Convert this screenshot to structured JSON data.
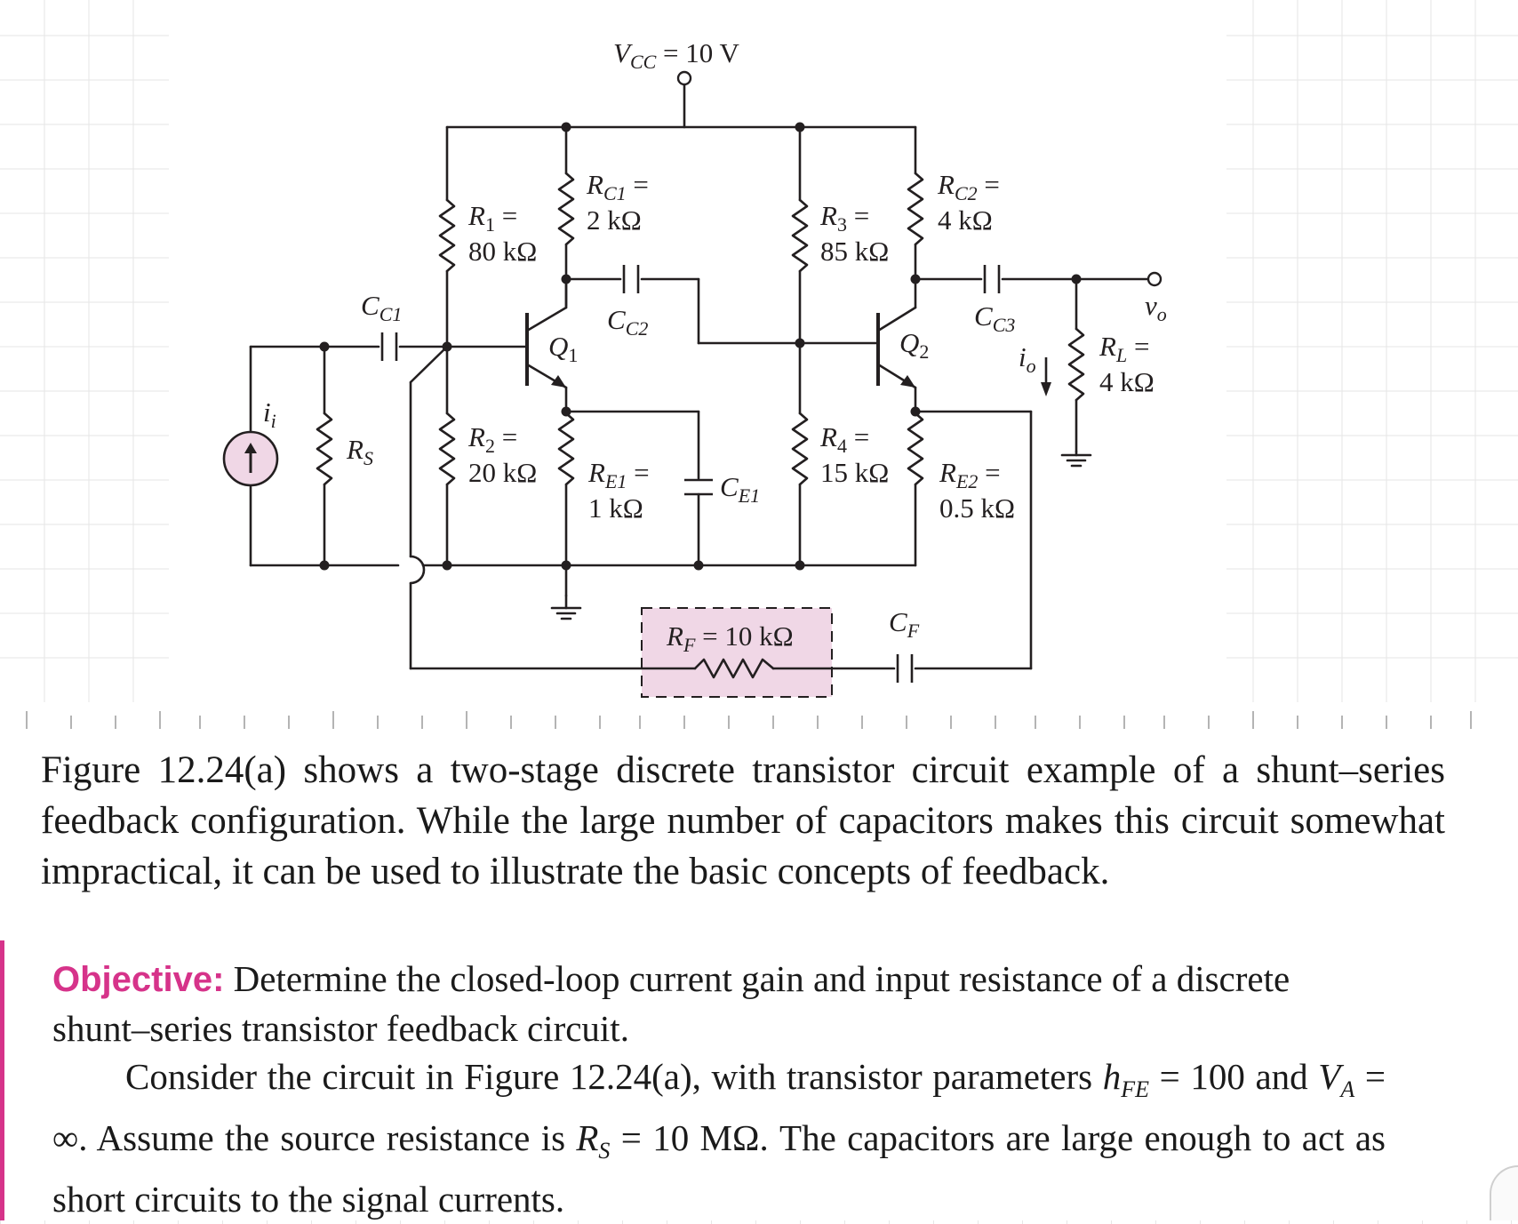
{
  "circuit": {
    "vcc": "V",
    "vcc_sub": "CC",
    "vcc_value": " = 10 V",
    "rc1_name": "R",
    "rc1_sub": "C1",
    "rc1_eq": " =",
    "rc1_value": "2 kΩ",
    "r1_name": "R",
    "r1_sub": "1",
    "r1_eq": " =",
    "r1_value": "80 kΩ",
    "r3_name": "R",
    "r3_sub": "3",
    "r3_eq": " =",
    "r3_value": "85 kΩ",
    "rc2_name": "R",
    "rc2_sub": "C2",
    "rc2_eq": " =",
    "rc2_value": "4 kΩ",
    "cc1_name": "C",
    "cc1_sub": "C1",
    "cc2_name": "C",
    "cc2_sub": "C2",
    "cc3_name": "C",
    "cc3_sub": "C3",
    "q1_name": "Q",
    "q1_sub": "1",
    "q2_name": "Q",
    "q2_sub": "2",
    "vo_name": "v",
    "vo_sub": "o",
    "io_name": "i",
    "io_sub": "o",
    "ii_name": "i",
    "ii_sub": "i",
    "rs_name": "R",
    "rs_sub": "S",
    "r2_name": "R",
    "r2_sub": "2",
    "r2_eq": " =",
    "r2_value": "20 kΩ",
    "re1_name": "R",
    "re1_sub": "E1",
    "re1_eq": " =",
    "re1_value": "1 kΩ",
    "ce1_name": "C",
    "ce1_sub": "E1",
    "r4_name": "R",
    "r4_sub": "4",
    "r4_eq": " =",
    "r4_value": "15 kΩ",
    "re2_name": "R",
    "re2_sub": "E2",
    "re2_eq": " =",
    "re2_value": "0.5 kΩ",
    "rl_name": "R",
    "rl_sub": "L",
    "rl_eq": " =",
    "rl_value": "4 kΩ",
    "rf_name": "R",
    "rf_sub": "F",
    "rf_value": " = 10 kΩ",
    "cf_name": "C",
    "cf_sub": "F",
    "colors": {
      "highlight_fill": "#f0d7e6",
      "accent": "#d6338a",
      "wire": "#231f20"
    }
  },
  "text": {
    "paragraph": "Figure 12.24(a) shows a two-stage discrete transistor circuit example of a shunt–series feedback configuration. While the large number of capacitors makes this circuit somewhat impractical, it can be used to illustrate the basic concepts of feedback.",
    "objective_label": "Objective:",
    "objective_body": " Determine the closed-loop current gain and input resistance of a discrete shunt–series transistor feedback circuit.",
    "consider_1": "Consider the circuit in Figure 12.24(a), with transistor parameters ",
    "hfe_sym": "h",
    "hfe_sub": "FE",
    "consider_2": " = 100 and ",
    "va_sym": "V",
    "va_sub": "A",
    "consider_3": " = ∞. Assume the source resistance is ",
    "rs_sym": "R",
    "rs_sub": "S",
    "consider_4": " = 10 MΩ. The capacitors are large enough to act as short circuits to the signal currents."
  }
}
